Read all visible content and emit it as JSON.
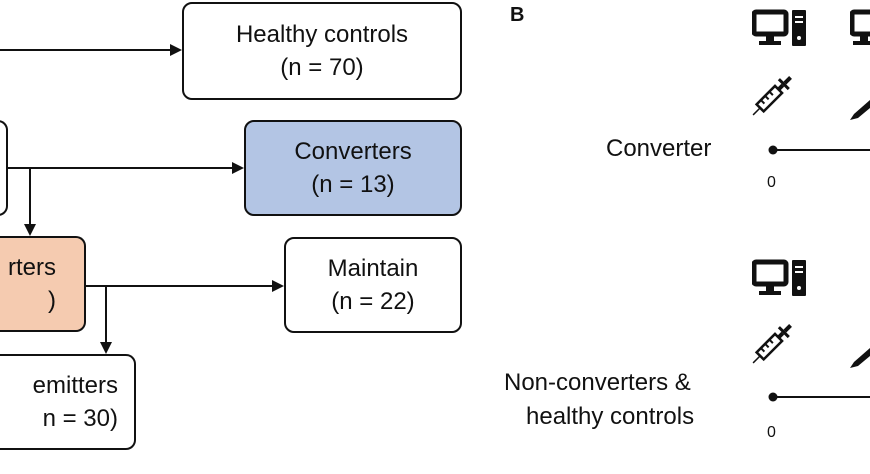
{
  "panel_b": {
    "letter": "B"
  },
  "panel_a": {
    "healthy": {
      "label": "Healthy controls",
      "count": "(n = 70)"
    },
    "converters": {
      "label": "Converters",
      "count": "(n = 13)",
      "fill": "#b3c5e4"
    },
    "nonconverters": {
      "label": "rters",
      "count": ")",
      "fill": "#f5cbb0"
    },
    "maintain": {
      "label": "Maintain",
      "count": "(n = 22)"
    },
    "remitters": {
      "label": "emitters",
      "count": "n = 30)"
    }
  },
  "timeline": {
    "converter": {
      "label": "Converter",
      "tick0": "0"
    },
    "nonconverter": {
      "label_line1": "Non-converters &",
      "label_line2": "healthy controls",
      "tick0": "0"
    }
  },
  "icons": [
    "computer-icon",
    "syringe-icon"
  ]
}
